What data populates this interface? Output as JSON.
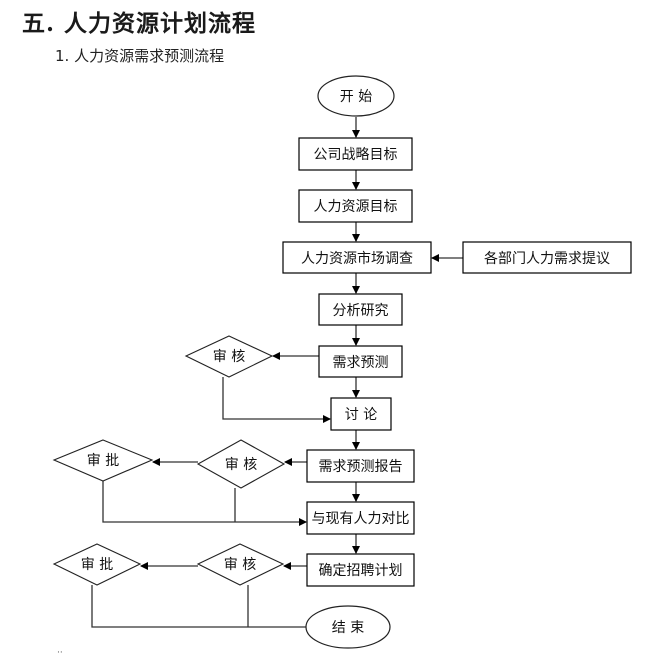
{
  "title": "五. 人力资源计划流程",
  "subtitle": "1. 人力资源需求预测流程",
  "nodes": {
    "start": "开  始",
    "strategy": "公司战略目标",
    "hr_goal": "人力资源目标",
    "market_survey": "人力资源市场调查",
    "dept_proposals": "各部门人力需求提议",
    "analysis": "分析研究",
    "forecast": "需求预测",
    "review1": "审 核",
    "discussion": "讨  论",
    "forecast_report": "需求预测报告",
    "review2": "审 核",
    "approve1": "审  批",
    "compare": "与现有人力对比",
    "recruit_plan": "确定招聘计划",
    "review3": "审 核",
    "approve2": "审 批",
    "end": "结 束"
  },
  "footer_mark": "··"
}
